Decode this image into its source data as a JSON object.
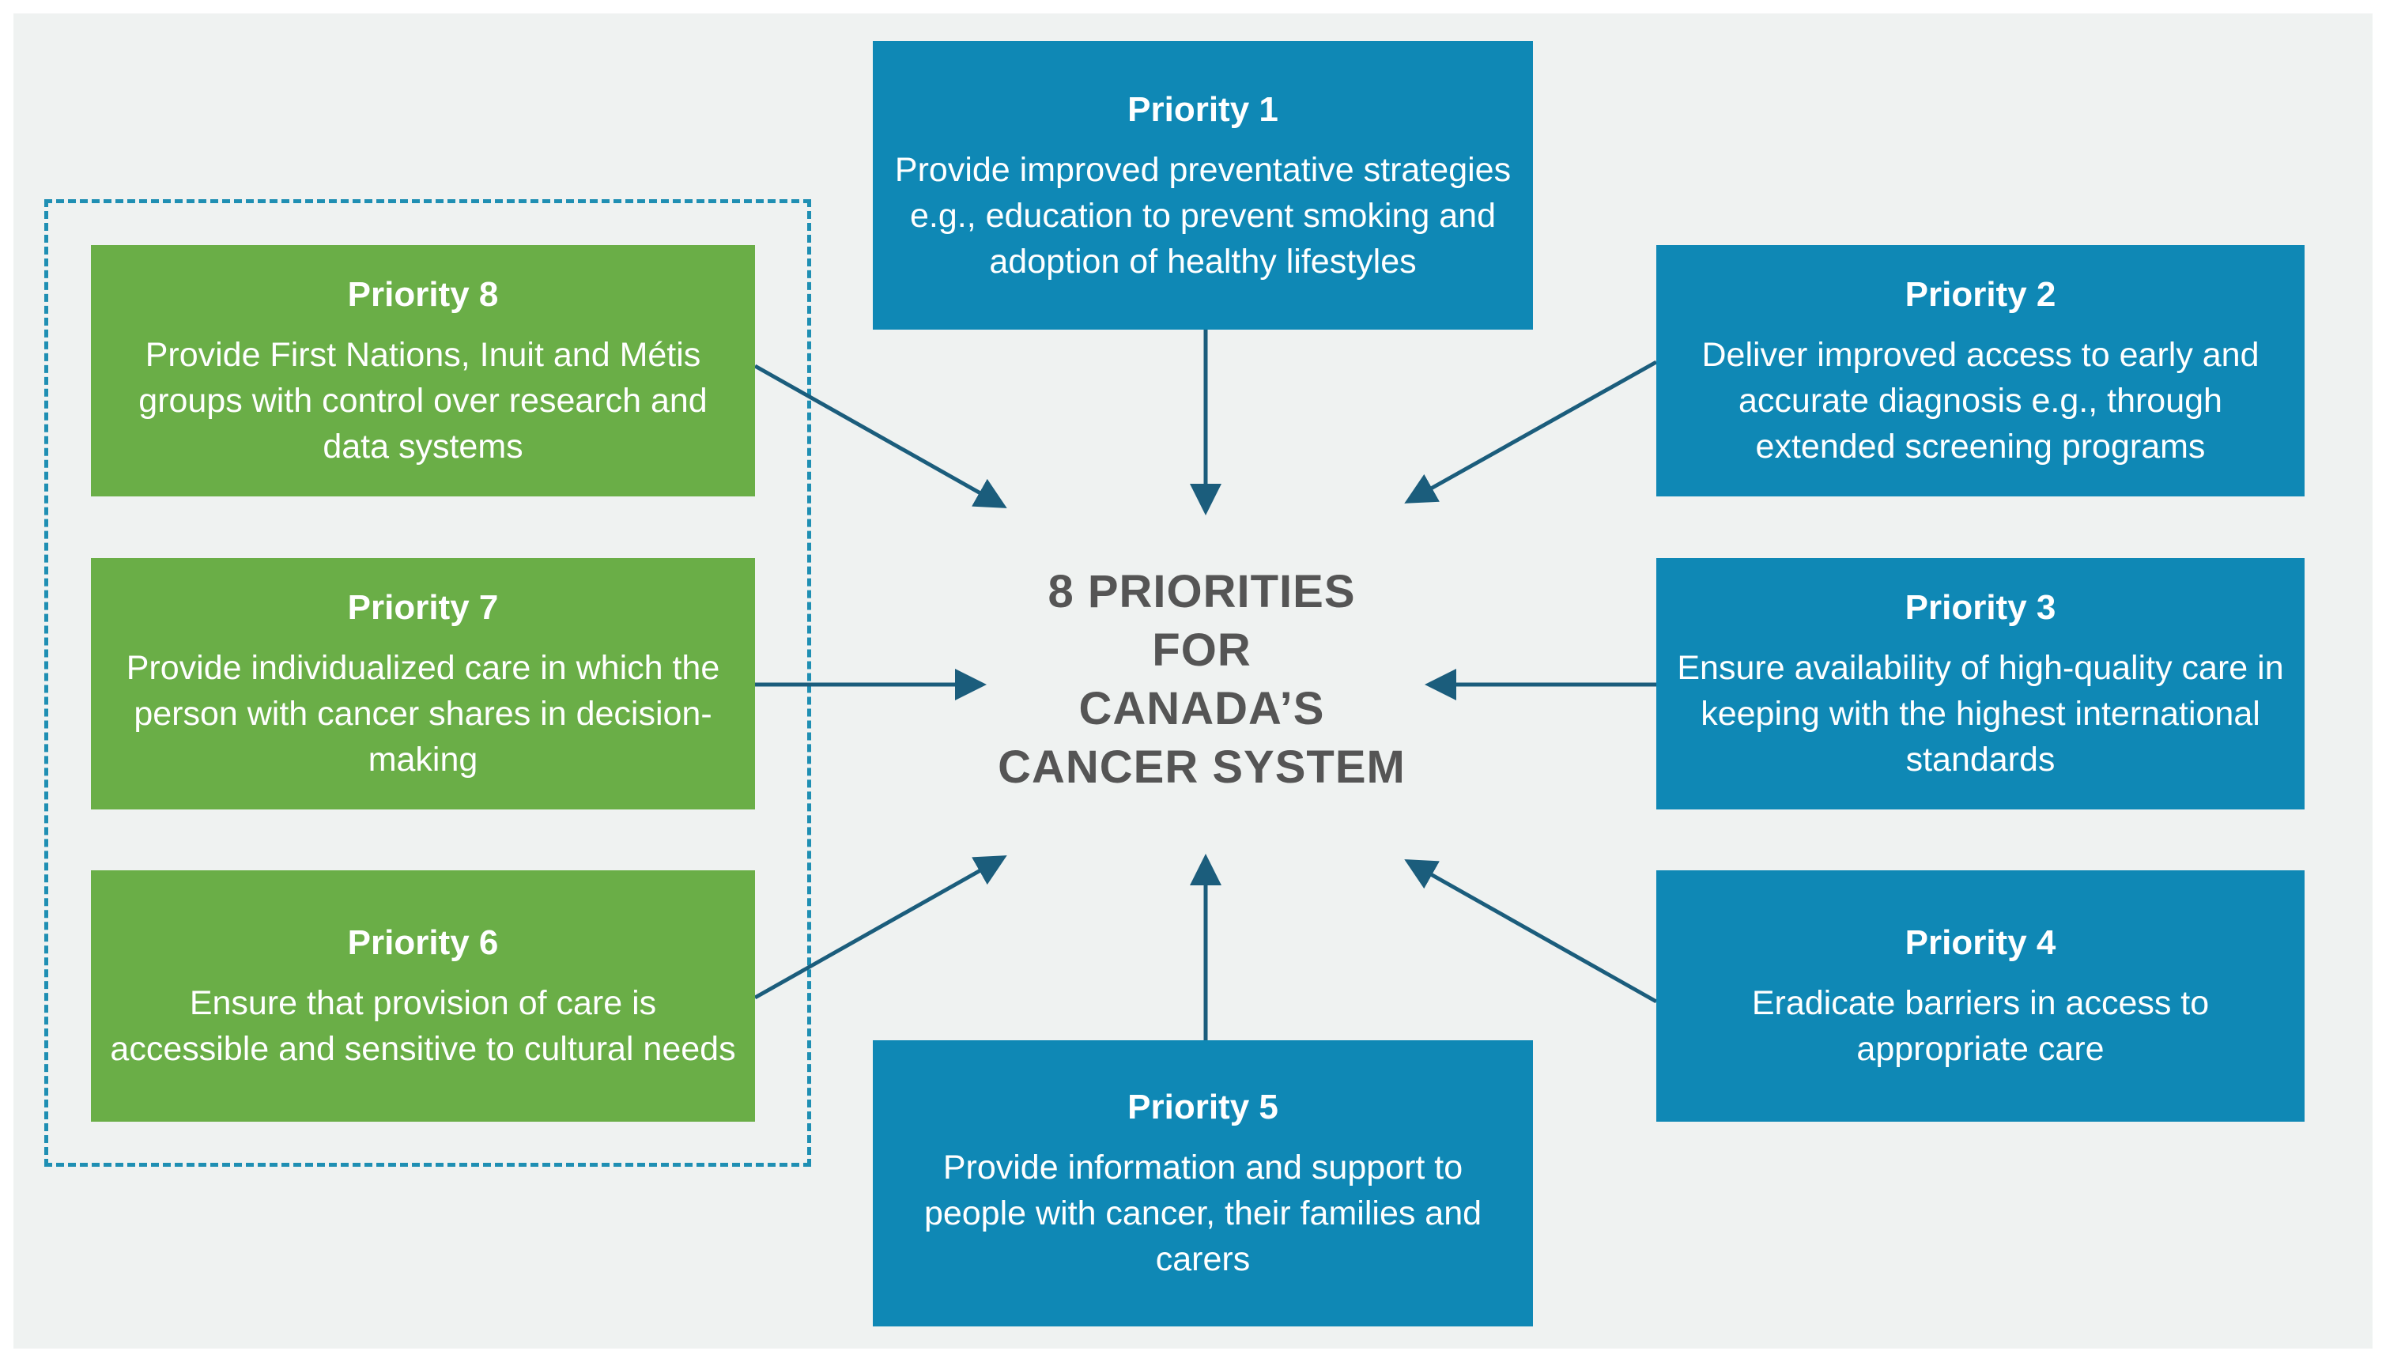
{
  "center": {
    "line1": "8 PRIORITIES",
    "line2": "FOR",
    "line3": "CANADA’S",
    "line4": "CANCER SYSTEM"
  },
  "priorities": [
    {
      "title": "Priority 1",
      "text": "Provide improved preventative strategies e.g., education to prevent smoking and adoption of healthy lifestyles",
      "color": "#0f88b5"
    },
    {
      "title": "Priority 2",
      "text": "Deliver improved access to early and accurate diagnosis e.g., through extended screening programs",
      "color": "#0f88b5"
    },
    {
      "title": "Priority 3",
      "text": "Ensure availability of high-quality care in keeping with the highest international standards",
      "color": "#0f88b5"
    },
    {
      "title": "Priority 4",
      "text": "Eradicate barriers in access to appropriate care",
      "color": "#0f88b5"
    },
    {
      "title": "Priority 5",
      "text": "Provide information and support to people with cancer, their families and carers",
      "color": "#0f88b5"
    },
    {
      "title": "Priority 6",
      "text": "Ensure that provision of care is accessible and sensitive to cultural needs",
      "color": "#6aae47"
    },
    {
      "title": "Priority 7",
      "text": "Provide individualized care in which the person with cancer shares in decision-making",
      "color": "#6aae47"
    },
    {
      "title": "Priority 8",
      "text": "Provide First Nations, Inuit and Métis groups with control over research and data systems",
      "color": "#6aae47"
    }
  ],
  "colors": {
    "blue_box": "#0f88b5",
    "green_box": "#6aae47",
    "arrow": "#1b5d7c",
    "dashed_border": "#1f8fb3",
    "background": "#eff2f1",
    "center_text": "#555555"
  }
}
